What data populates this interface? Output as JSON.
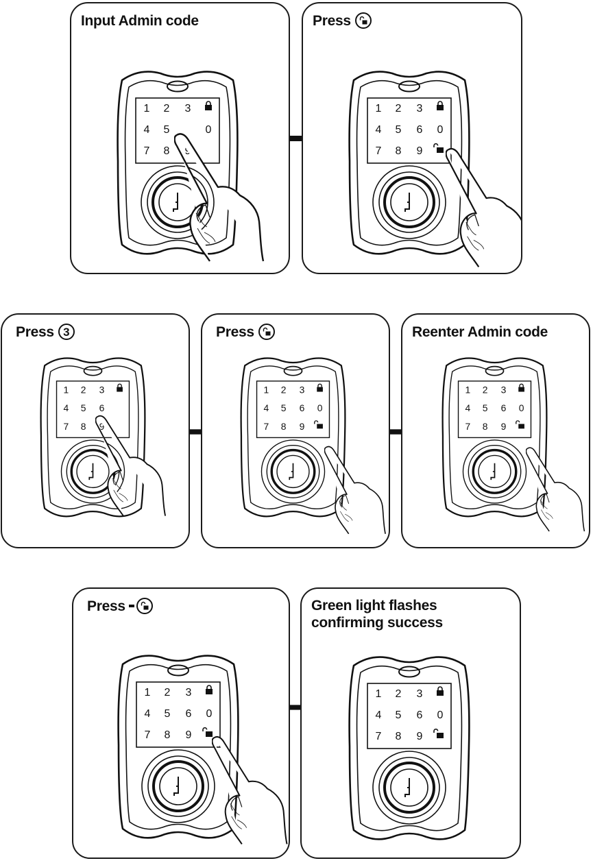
{
  "keypad": [
    "1",
    "2",
    "3",
    "4",
    "5",
    "6",
    "0",
    "7",
    "8",
    "9"
  ],
  "panels": [
    {
      "title": "Input Admin code",
      "badge": ""
    },
    {
      "title": "Press",
      "badge": "unlock-icon"
    },
    {
      "title": "Press",
      "badge": "3"
    },
    {
      "title": "Press",
      "badge": "unlock-icon"
    },
    {
      "title": "Reenter Admin code",
      "badge": ""
    },
    {
      "title": "Press",
      "badge": "unlock-icon",
      "dash": true
    },
    {
      "title_line1": "Green light flashes",
      "title_line2": "confirming success",
      "badge": ""
    }
  ]
}
